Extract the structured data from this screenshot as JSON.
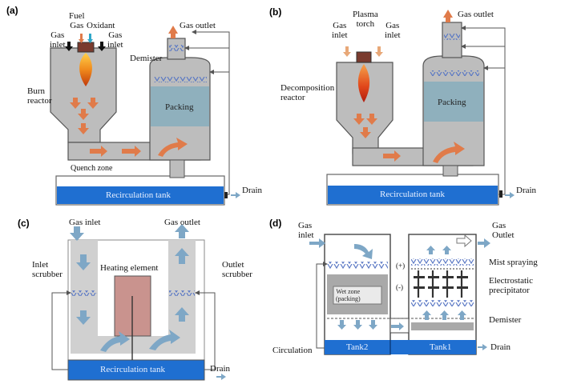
{
  "colors": {
    "vessel": "#bdbdbd",
    "vessel_edge": "#555555",
    "packing": "#8fb0bd",
    "tank": "#1f6fd1",
    "arrow_orange": "#e07b4a",
    "arrow_blue": "#7ea7c6",
    "flame": "#f08a1c",
    "heater": "#c9938e",
    "nozzle": "#6b86c7"
  },
  "panel_a": {
    "tag": "(a)",
    "fuel_gas": "Fuel\nGas",
    "oxidant": "Oxidant",
    "gas_inlet_left": "Gas\ninlet",
    "gas_inlet_right": "Gas\ninlet",
    "gas_outlet": "Gas outlet",
    "demister": "Demister",
    "burn_reactor": "Burn\nreactor",
    "packing": "Packing",
    "quench_zone": "Quench zone",
    "recirculation_tank": "Recirculation tank",
    "drain": "Drain"
  },
  "panel_b": {
    "tag": "(b)",
    "gas_inlet_left": "Gas\ninlet",
    "plasma_torch": "Plasma\ntorch",
    "gas_inlet_right": "Gas\ninlet",
    "gas_outlet": "Gas outlet",
    "decomposition_reactor": "Decomposition\nreactor",
    "packing": "Packing",
    "recirculation_tank": "Recirculation tank",
    "drain": "Drain"
  },
  "panel_c": {
    "tag": "(c)",
    "gas_inlet": "Gas inlet",
    "gas_outlet": "Gas outlet",
    "inlet_scrubber": "Inlet\nscrubber",
    "heating_element": "Heating element",
    "outlet_scrubber": "Outlet\nscrubber",
    "recirculation_tank": "Recirculation tank",
    "drain": "Drain"
  },
  "panel_d": {
    "tag": "(d)",
    "gas_inlet": "Gas\ninlet",
    "gas_outlet": "Gas\nOutlet",
    "mist_spraying": "Mist spraying",
    "electrostatic_precipitator": "Electrostatic\nprecipitator",
    "demister": "Demister",
    "wet_zone": "Wet zone\n(packing)",
    "plus_sign": "(+)",
    "minus_sign": "(-)",
    "circulation": "Circulation",
    "tank2": "Tank2",
    "tank1": "Tank1",
    "drain": "Drain"
  }
}
